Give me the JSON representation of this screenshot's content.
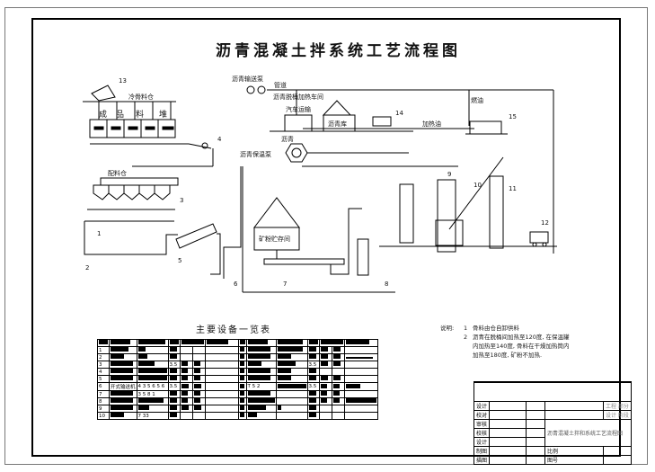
{
  "drawing": {
    "title": "沥青混凝土拌系统工艺流程图",
    "labels": {
      "cold_feed_bins": "冷骨料仓",
      "bin_chars": [
        "成",
        "品",
        "料",
        "堆"
      ],
      "hot_bins": "配料仓",
      "bitumen_pump": "沥青输送泵",
      "pipe": "管道",
      "bitumen_workshop": "沥青脱桶加热车间",
      "tanker": "汽车运输",
      "bitumen_depot": "沥青库",
      "asphalt": "沥青",
      "bitumen_pump_2": "沥青保温泵",
      "heating_oil": "加热油",
      "fuel": "燃油",
      "filler_storage": "矿粉贮存间"
    },
    "callouts": [
      "1",
      "2",
      "3",
      "4",
      "5",
      "6",
      "7",
      "8",
      "9",
      "10",
      "11",
      "12",
      "13",
      "14",
      "15"
    ]
  },
  "notes": {
    "heading": "说明:",
    "items": [
      {
        "num": "1",
        "text": "骨料由仓自卸供料"
      },
      {
        "num": "2",
        "text": "沥青在脱桶间加热至120度, 在保温罐"
      },
      {
        "num": "",
        "text": "内加热至140度, 骨料在干燥加热筒内"
      },
      {
        "num": "",
        "text": "加热至180度, 矿粉不加热."
      }
    ]
  },
  "equipment_table": {
    "title": "主要设备一览表",
    "rows": [
      "1",
      "2",
      "3",
      "4",
      "5",
      "6",
      "7",
      "8",
      "9",
      "10"
    ],
    "row6_text": [
      "开式输送机",
      "4 3 5 6 5 6",
      "3.5"
    ],
    "row7_text": "3 5 8 1",
    "row10_text": "7 33"
  },
  "title_block": {
    "roles": [
      "设计",
      "校对",
      "审核",
      "校核",
      "设计",
      "制图",
      "描图"
    ],
    "drawing_name": "沥青混凝土拌和系统工艺流程图",
    "scale_label": "比例",
    "number_label": "图号",
    "right_top": [
      "工程 部分",
      "设计 阶段"
    ]
  }
}
